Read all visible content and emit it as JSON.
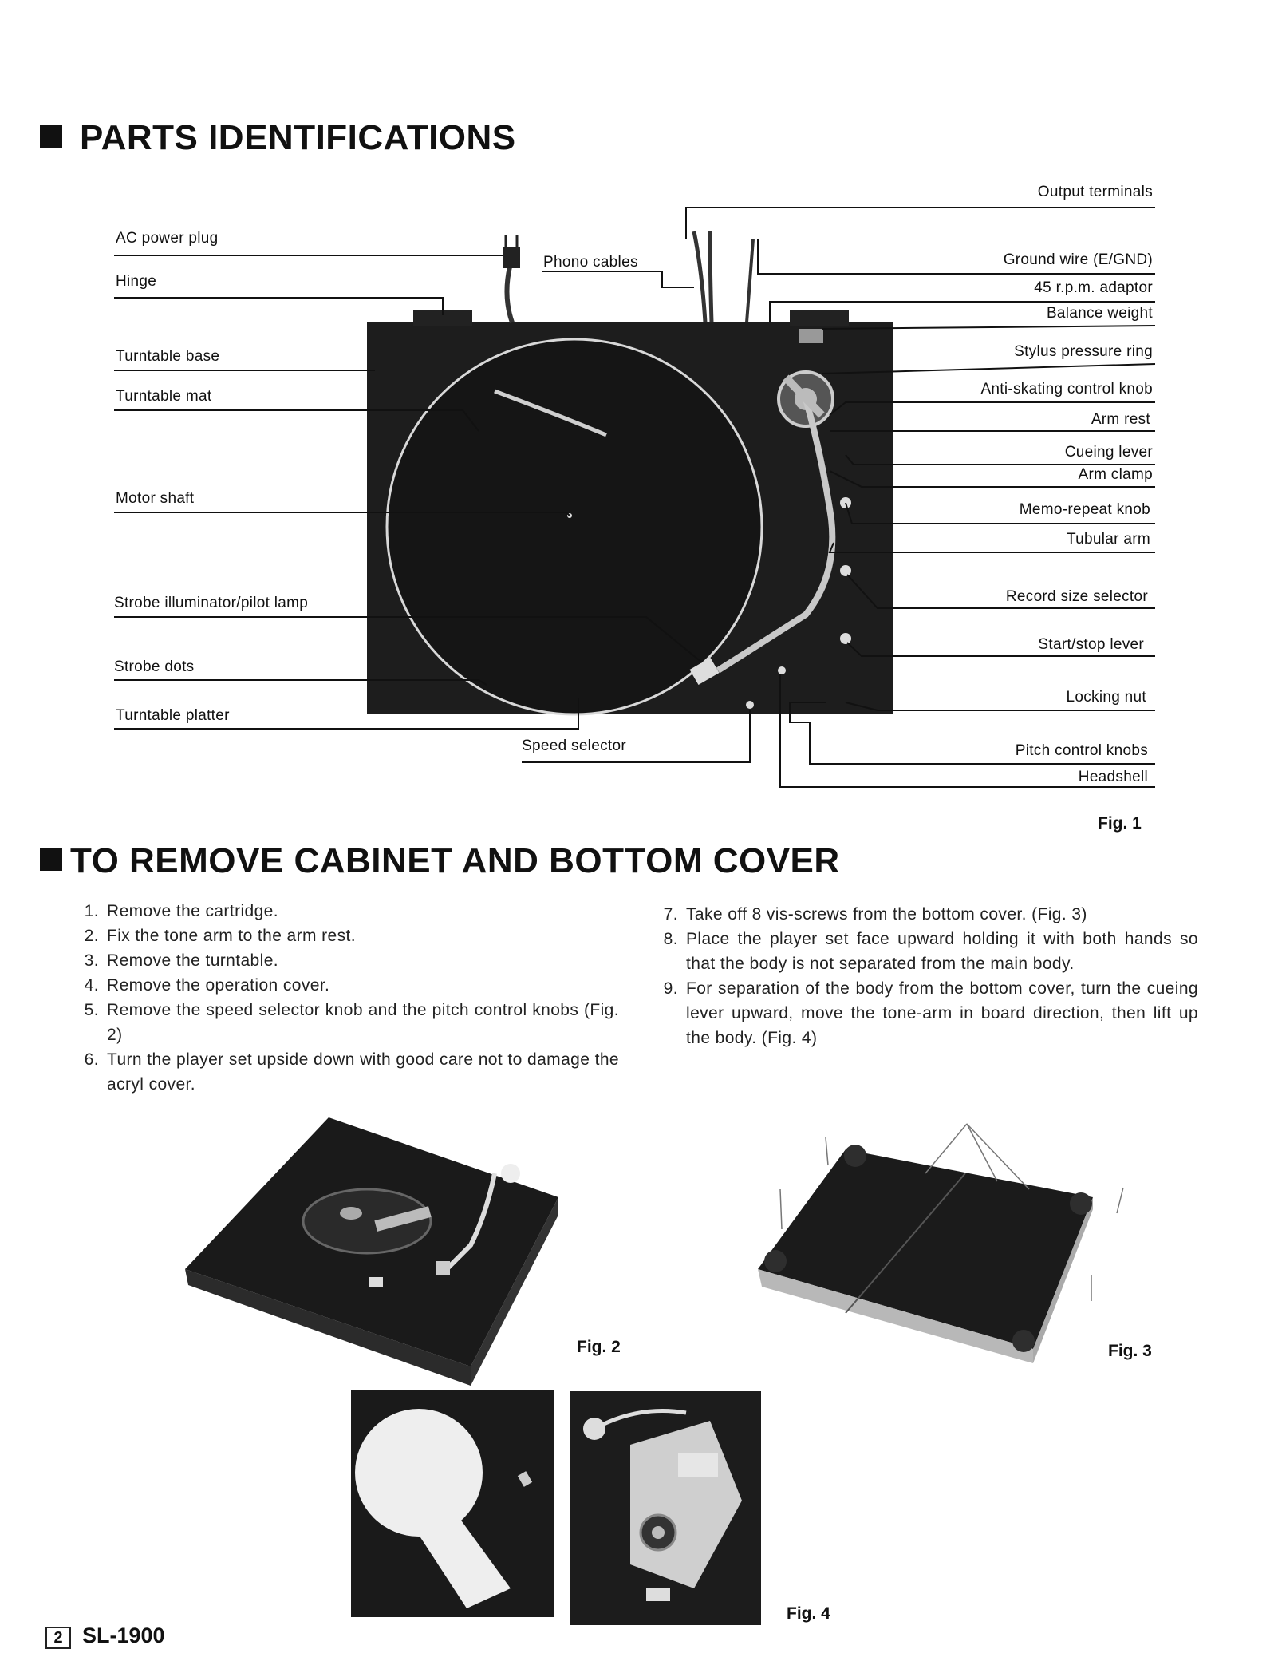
{
  "section1": {
    "title": "PARTS IDENTIFICATIONS"
  },
  "fig1": {
    "left_labels": [
      "AC power plug",
      "Hinge",
      "Turntable base",
      "Turntable mat",
      "Motor shaft",
      "Strobe illuminator/pilot lamp",
      "Strobe dots",
      "Turntable platter"
    ],
    "center_labels": [
      "Phono cables",
      "Speed selector"
    ],
    "right_labels": [
      "Output terminals",
      "Ground wire (E/GND)",
      "45 r.p.m. adaptor",
      "Balance weight",
      "Stylus pressure ring",
      "Anti-skating control knob",
      "Arm rest",
      "Cueing lever",
      "Arm clamp",
      "Memo-repeat knob",
      "Tubular arm",
      "Record size selector",
      "Start/stop lever",
      "Locking nut",
      "Pitch control knobs",
      "Headshell"
    ],
    "caption": "Fig. 1"
  },
  "section2": {
    "title": "TO REMOVE CABINET AND BOTTOM COVER"
  },
  "steps_left": [
    {
      "n": "1.",
      "text": "Remove the cartridge."
    },
    {
      "n": "2.",
      "text": "Fix the tone arm to the arm rest."
    },
    {
      "n": "3.",
      "text": "Remove the turntable."
    },
    {
      "n": "4.",
      "text": "Remove the operation cover."
    },
    {
      "n": "5.",
      "text": "Remove the speed selector knob and the pitch control knobs (Fig. 2)"
    },
    {
      "n": "6.",
      "text": "Turn the player set upside down with good care not to damage the acryl cover."
    }
  ],
  "steps_right": [
    {
      "n": "7.",
      "text": "Take off 8 vis-screws from the bottom cover. (Fig. 3)"
    },
    {
      "n": "8.",
      "text": "Place the player set face upward holding it with both hands so that the body is not separated from the main body."
    },
    {
      "n": "9.",
      "text": "For separation of the body from the bottom cover, turn the cueing lever upward, move the tone-arm in board direction, then lift up the body. (Fig. 4)"
    }
  ],
  "captions": {
    "fig2": "Fig. 2",
    "fig3": "Fig. 3",
    "fig4": "Fig. 4"
  },
  "footer": {
    "page": "2",
    "model": "SL-1900"
  }
}
